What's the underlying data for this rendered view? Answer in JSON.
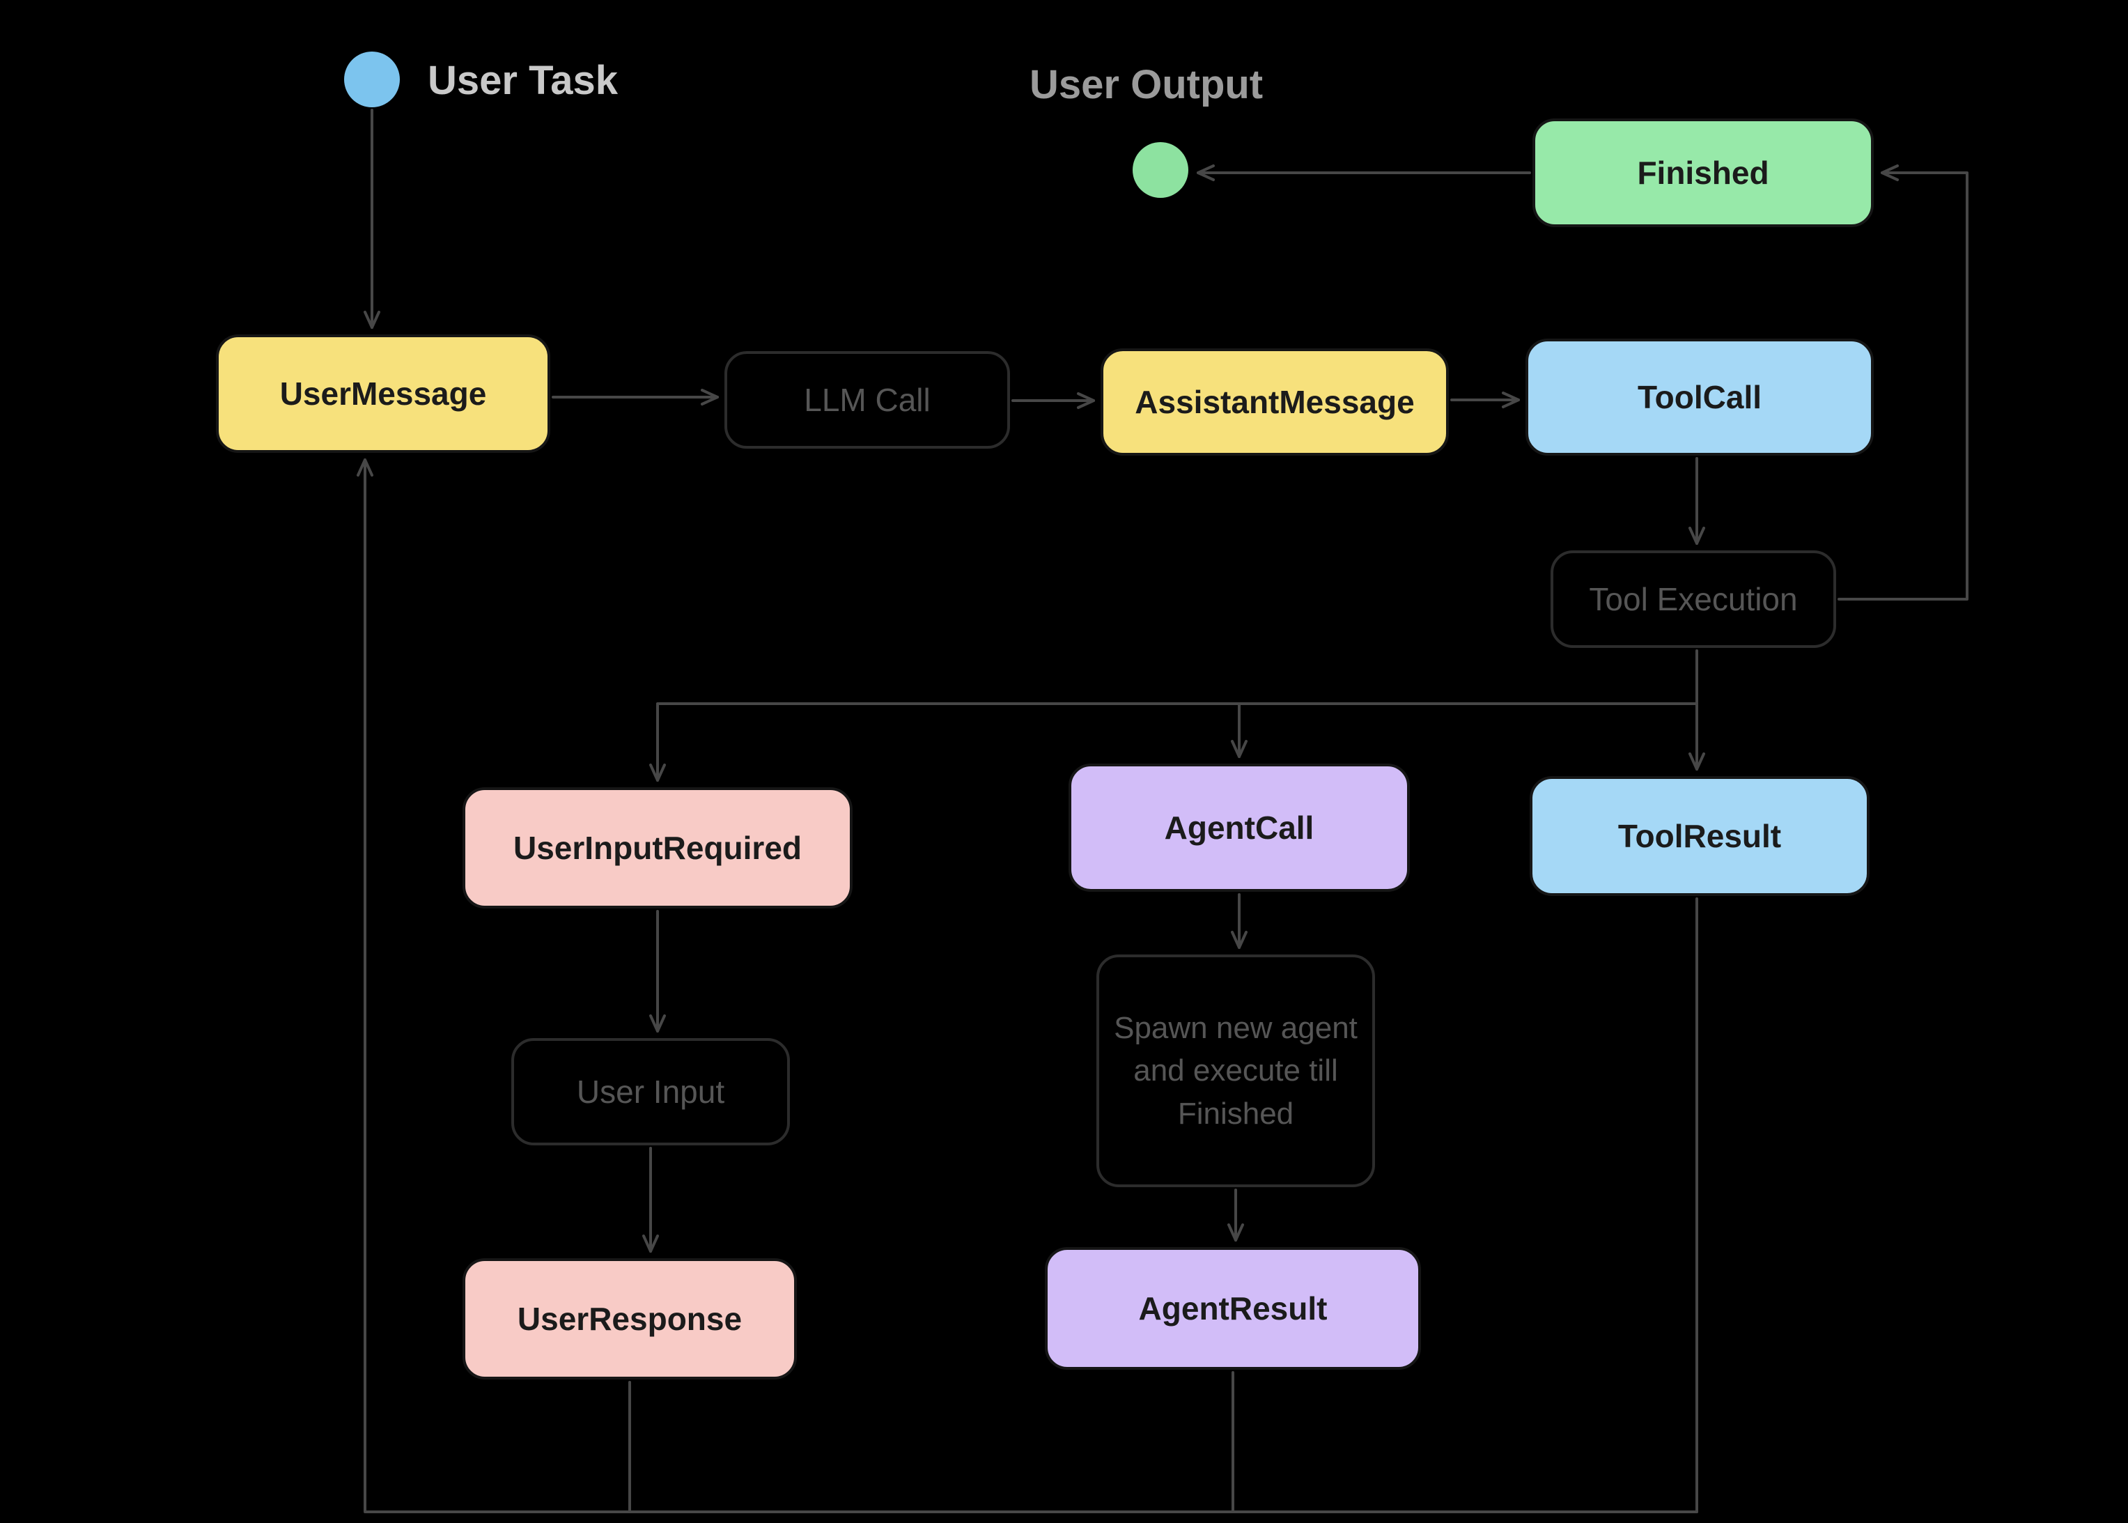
{
  "labels": {
    "user_task": "User Task",
    "user_output": "User Output"
  },
  "markers": {
    "user_task_dot_color": "#7CC4EE",
    "user_output_dot_color": "#8DE2A0"
  },
  "nodes": {
    "finished": {
      "label": "Finished",
      "color": "#97E9A9"
    },
    "user_message": {
      "label": "UserMessage",
      "color": "#F7E17C"
    },
    "llm_call": {
      "label": "LLM Call"
    },
    "assistant_message": {
      "label": "AssistantMessage",
      "color": "#F7E17C"
    },
    "tool_call": {
      "label": "ToolCall",
      "color": "#A5D8F6"
    },
    "tool_execution": {
      "label": "Tool Execution"
    },
    "user_input_required": {
      "label": "UserInputRequired",
      "color": "#F8CBC6"
    },
    "agent_call": {
      "label": "AgentCall",
      "color": "#D2BDF8"
    },
    "tool_result": {
      "label": "ToolResult",
      "color": "#A5D8F6"
    },
    "user_input": {
      "label": "User Input"
    },
    "spawn_agent": {
      "label": "Spawn new agent and execute till Finished"
    },
    "user_response": {
      "label": "UserResponse",
      "color": "#F8CBC6"
    },
    "agent_result": {
      "label": "AgentResult",
      "color": "#D2BDF8"
    }
  },
  "colors": {
    "background": "#000000",
    "arrow": "#474747",
    "ghost_border": "#2C2C2C",
    "ghost_text": "#565656",
    "node_text": "#1B1B1B"
  }
}
